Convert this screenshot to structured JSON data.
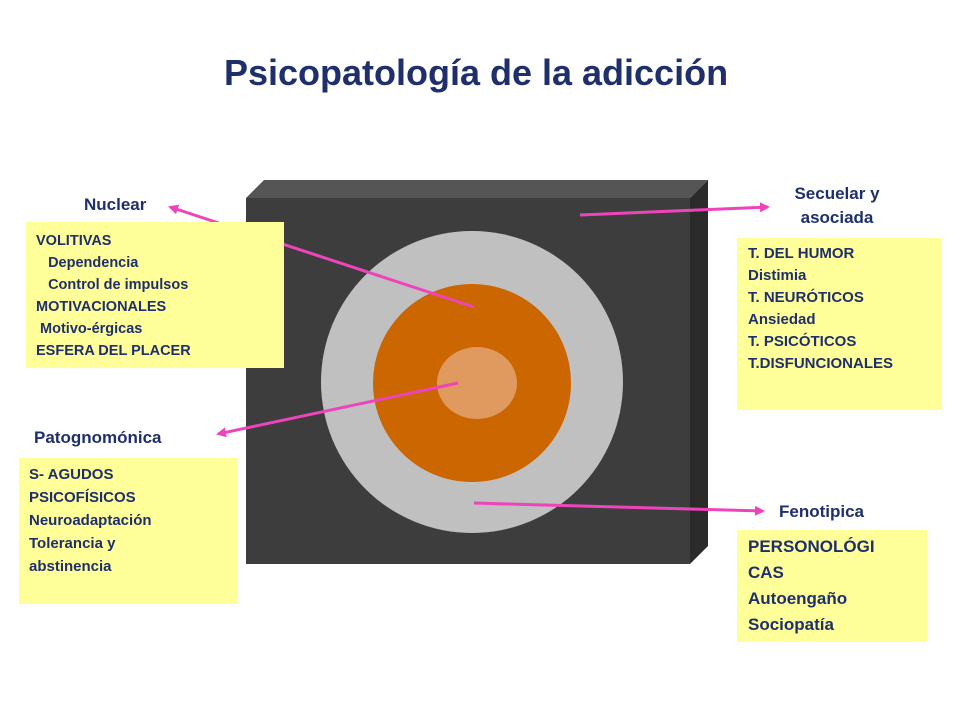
{
  "title": "Psicopatología de la adicción",
  "colors": {
    "title": "#1f2f6b",
    "box_fill": "#ffff99",
    "cube_front": "#3d3d3d",
    "cube_side": "#2b2b2b",
    "cube_top": "#555555",
    "outer_ring": "#c0c0c0",
    "middle_ring": "#cc6600",
    "core": "#e0995e",
    "arrow": "#ee44bb"
  },
  "sections": {
    "nuclear": {
      "label": "Nuclear",
      "lines": [
        "VOLITIVAS",
        "   Dependencia",
        "   Control de impulsos",
        "MOTIVACIONALES",
        " Motivo-érgicas",
        "ESFERA DEL PLACER"
      ]
    },
    "patognomonica": {
      "label": "Patognomónica",
      "lines": [
        "S- AGUDOS",
        "PSICOFÍSICOS",
        "Neuroadaptación",
        "Tolerancia y",
        "abstinencia"
      ]
    },
    "secuelar": {
      "label_line1": "Secuelar y",
      "label_line2": "asociada",
      "lines": [
        "T. DEL HUMOR",
        "Distimia",
        "T. NEURÓTICOS",
        "Ansiedad",
        "T. PSICÓTICOS",
        "T.DISFUNCIONALES"
      ]
    },
    "fenotipica": {
      "label": "Fenotipica",
      "lines": [
        "PERSONOLÓGI",
        "CAS",
        "Autoengaño",
        "Sociopatía"
      ]
    }
  }
}
